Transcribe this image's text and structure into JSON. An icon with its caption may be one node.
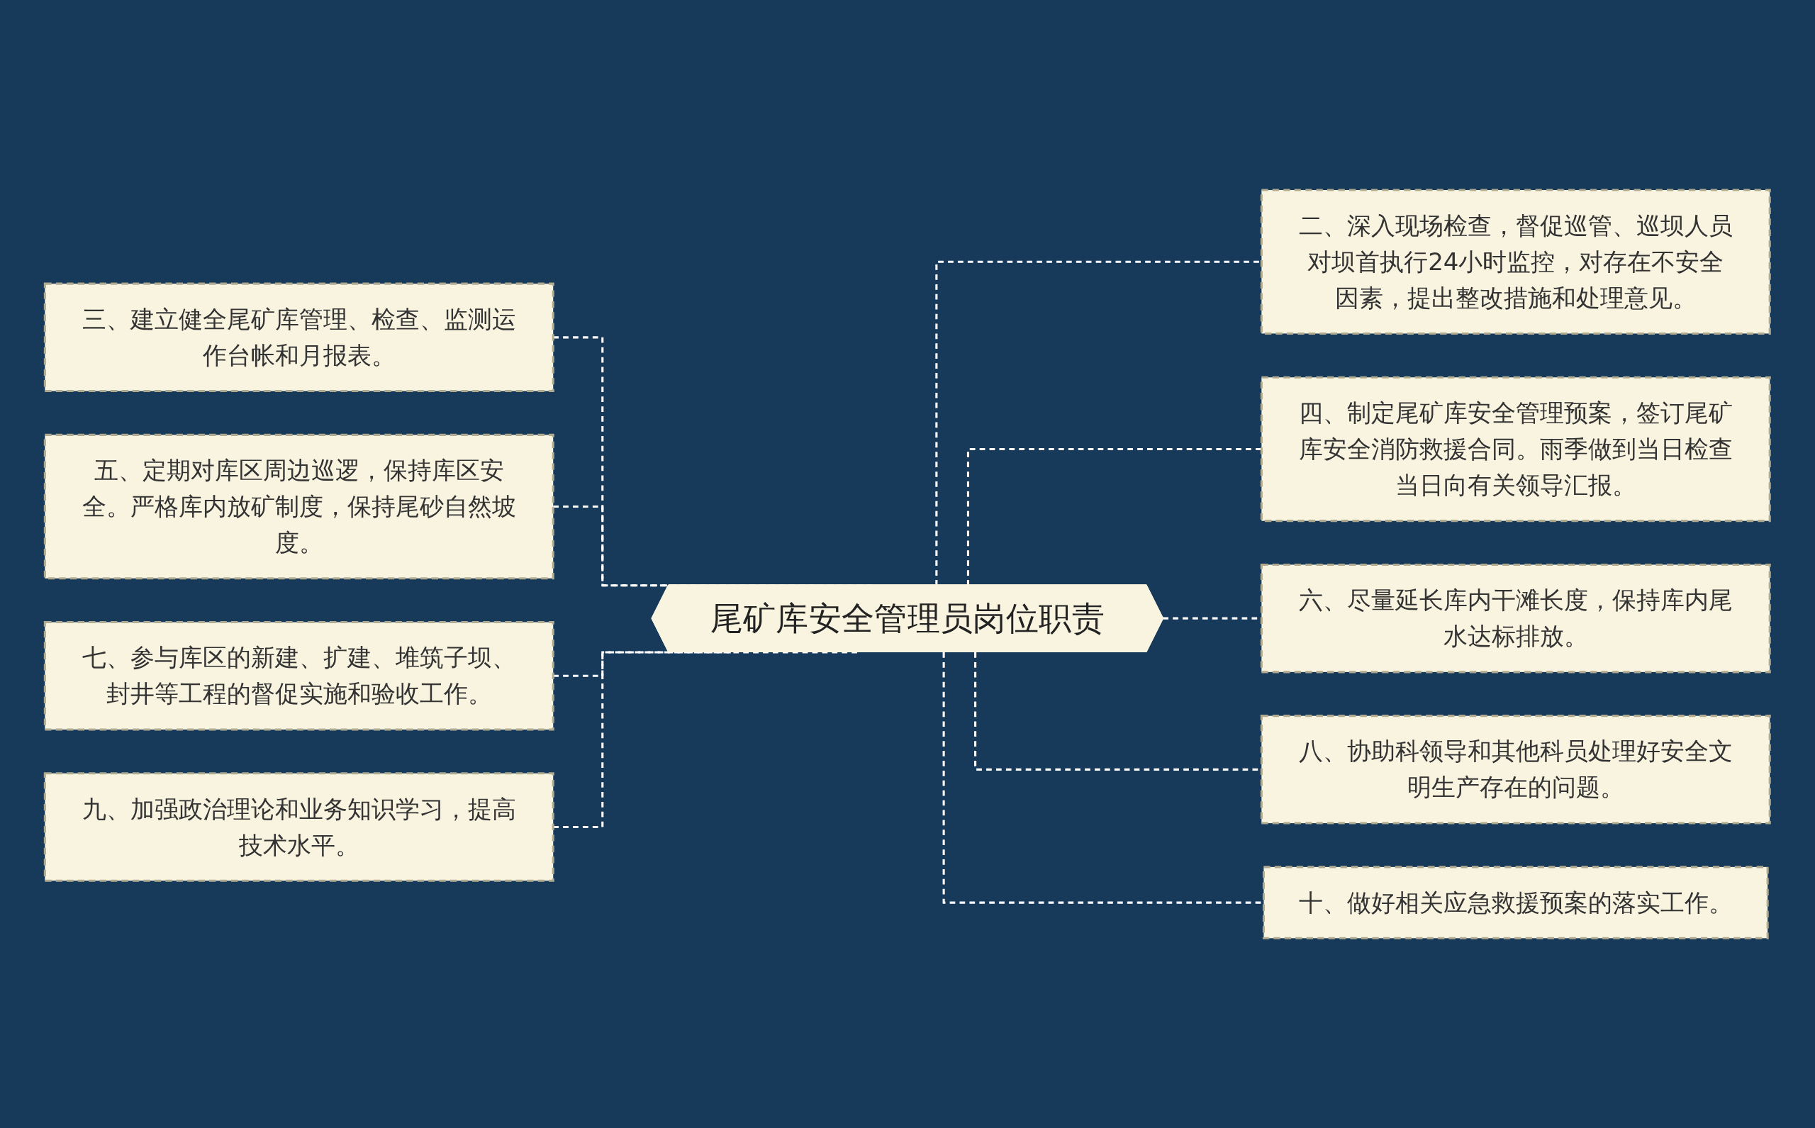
{
  "diagram": {
    "nodes": [
      {
        "text": [
          "尾矿库安全管理员岗位职责"
        ]
      },
      {
        "text": [
          "三、建立健全尾矿库管理、检查、监测运作台帐和月报表。"
        ]
      },
      {
        "text": [
          "五、定期对库区周边巡逻，保持库区安全。严格库内放矿制度，保持尾砂自然坡度。"
        ]
      },
      {
        "text": [
          "七、参与库区的新建、扩建、堆筑子坝、封井等工程的督促实施和验收工作。"
        ]
      },
      {
        "text": [
          "九、加强政治理论和业务知识学习，提高技术水平。"
        ]
      },
      {
        "text": [
          "二、深入现场检查，督促巡管、巡坝人员对坝首执行24小时监控，对存在不安全因素，提出整改措施和处理意见。"
        ]
      },
      {
        "text": [
          "四、制定尾矿库安全管理预案，签订尾矿库安全消防救援合同。雨季做到当日检查当日向有关领导汇报。"
        ]
      },
      {
        "text": [
          "六、尽量延长库内干滩长度，保持库内尾水达标排放。"
        ]
      },
      {
        "text": [
          "八、协助科领导和其他科员处理好安全文明生产存在的问题。"
        ]
      },
      {
        "text": [
          "十、做好相关应急救援预案的落实工作。"
        ]
      }
    ],
    "edges": [
      {
        "from": 1,
        "to": 0,
        "arrow": "none",
        "style": "dashed"
      },
      {
        "from": 2,
        "to": 0,
        "arrow": "none",
        "style": "dashed"
      },
      {
        "from": 3,
        "to": 0,
        "arrow": "none",
        "style": "dashed"
      },
      {
        "from": 4,
        "to": 0,
        "arrow": "none",
        "style": "dashed"
      },
      {
        "from": 0,
        "to": 5,
        "arrow": "none",
        "style": "dashed"
      },
      {
        "from": 0,
        "to": 6,
        "arrow": "none",
        "style": "dashed"
      },
      {
        "from": 0,
        "to": 7,
        "arrow": "none",
        "style": "dashed"
      },
      {
        "from": 0,
        "to": 8,
        "arrow": "none",
        "style": "dashed"
      },
      {
        "from": 0,
        "to": 9,
        "arrow": "none",
        "style": "dashed"
      }
    ]
  }
}
